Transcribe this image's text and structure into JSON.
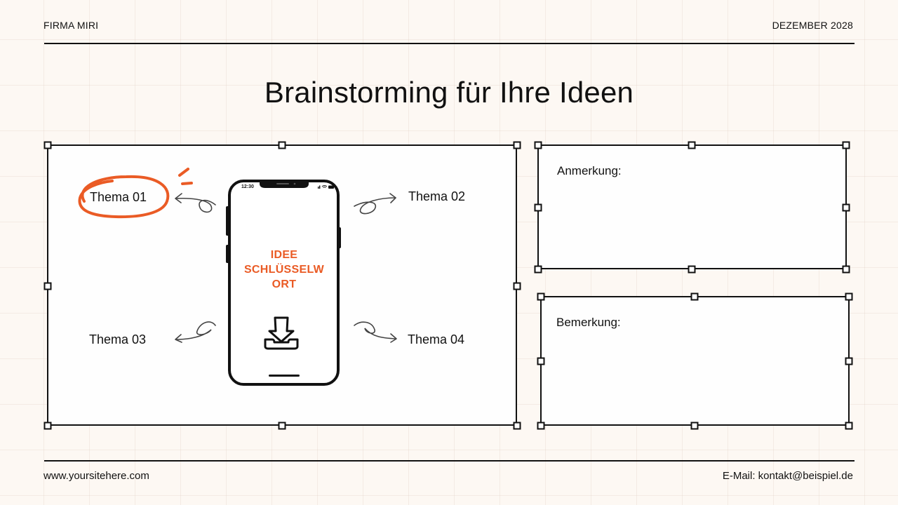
{
  "header": {
    "company": "FIRMA MIRI",
    "date": "DEZEMBER 2028"
  },
  "title": "Brainstorming für Ihre Ideen",
  "mindmap": {
    "topics": [
      {
        "label": "Thema 01",
        "highlighted": true
      },
      {
        "label": "Thema 02",
        "highlighted": false
      },
      {
        "label": "Thema 03",
        "highlighted": false
      },
      {
        "label": "Thema 04",
        "highlighted": false
      }
    ],
    "phone": {
      "time": "12:30",
      "keyword_lines": [
        "IDEE",
        "SCHLÜSSELW",
        "ORT"
      ],
      "icon": "download-tray-icon"
    }
  },
  "notes": [
    {
      "label": "Anmerkung:"
    },
    {
      "label": "Bemerkung:"
    }
  ],
  "footer": {
    "website": "www.yoursitehere.com",
    "email": "E-Mail: kontakt@beispiel.de"
  },
  "colors": {
    "background": "#fdf8f3",
    "accent": "#ea5b25",
    "ink": "#111111",
    "panel": "#fefefe"
  }
}
